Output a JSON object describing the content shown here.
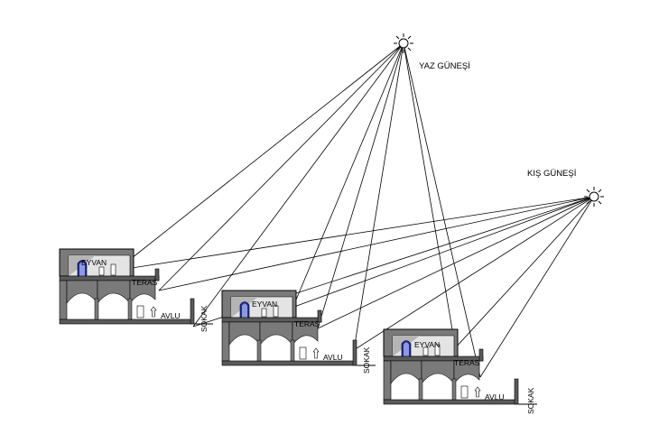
{
  "labels": {
    "summer_sun": "YAZ GÜNEŞİ",
    "winter_sun": "KIŞ GÜNEŞİ",
    "eyvan": "EYVAN",
    "teras": "TERAS",
    "avlu": "AVLU",
    "sokak": "SOKAK"
  },
  "colors": {
    "line": "#000000",
    "wall": "#7a7a7a",
    "wall_dark": "#5a5a5a",
    "eyvan_light": "#dcdcdc",
    "door_blue": "#1f2fa0",
    "background": "#ffffff"
  }
}
